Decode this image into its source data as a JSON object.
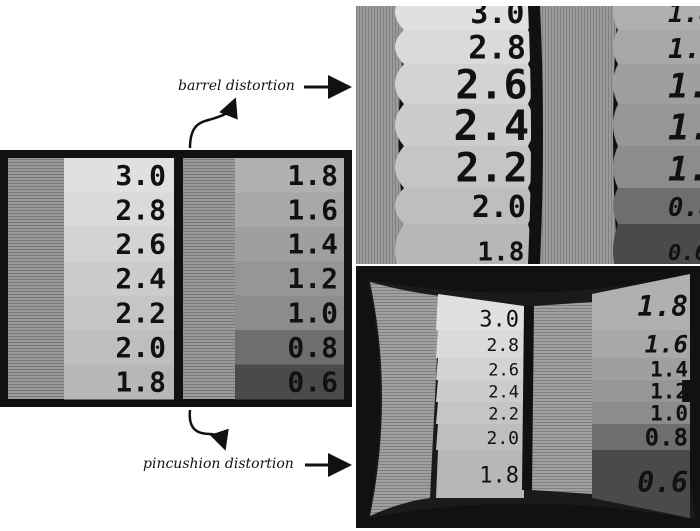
{
  "labels": {
    "barrel": "barrel distortion",
    "pincushion": "pincushion distortion"
  },
  "chart_left": {
    "left_column": [
      "3.0",
      "2.8",
      "2.6",
      "2.4",
      "2.2",
      "2.0",
      "1.8"
    ],
    "right_column": [
      "1.8",
      "1.6",
      "1.4",
      "1.2",
      "1.0",
      "0.8",
      "0.6"
    ]
  },
  "chart_shades": {
    "left_column": [
      "#e0e0e0",
      "#dadada",
      "#d3d3d3",
      "#cccccc",
      "#c5c5c5",
      "#bebebe",
      "#b7b7b7"
    ],
    "right_column": [
      "#b0b0b0",
      "#a8a8a8",
      "#9f9f9f",
      "#969696",
      "#8c8c8c",
      "#6e6e6e",
      "#4a4a4a"
    ],
    "stripe": "#8a8a8a"
  }
}
